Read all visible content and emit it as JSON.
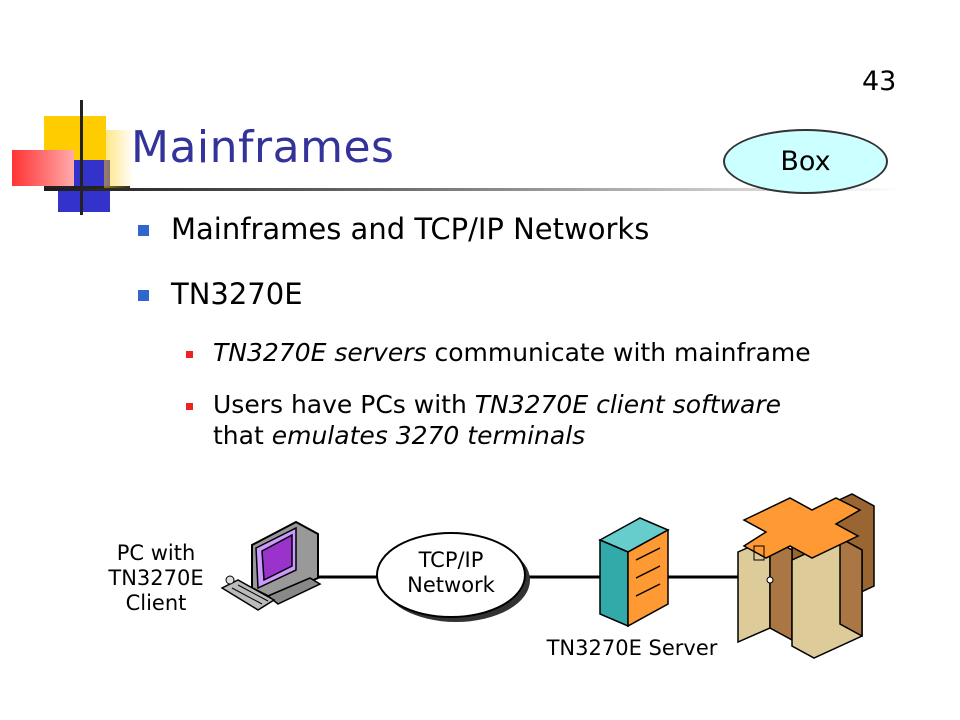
{
  "slide": {
    "page_number": "43",
    "title": "Mainframes",
    "badge": "Box"
  },
  "bullets": [
    {
      "text": "Mainframes and TCP/IP Networks"
    },
    {
      "text": "TN3270E",
      "sub": [
        {
          "parts": [
            {
              "t": "TN3270E servers",
              "i": true
            },
            {
              "t": " communicate with mainframe",
              "i": false
            }
          ]
        },
        {
          "parts": [
            {
              "t": "Users have PCs with ",
              "i": false
            },
            {
              "t": "TN3270E client software",
              "i": true
            }
          ]
        },
        {
          "parts": [
            {
              "t": "that ",
              "i": false
            },
            {
              "t": "emulates 3270 terminals",
              "i": true
            }
          ]
        }
      ]
    }
  ],
  "diagram": {
    "pc_label": [
      "PC with",
      "TN3270E",
      "Client"
    ],
    "network_label": [
      "TCP/IP",
      "Network"
    ],
    "server_label": "TN3270E Server"
  }
}
